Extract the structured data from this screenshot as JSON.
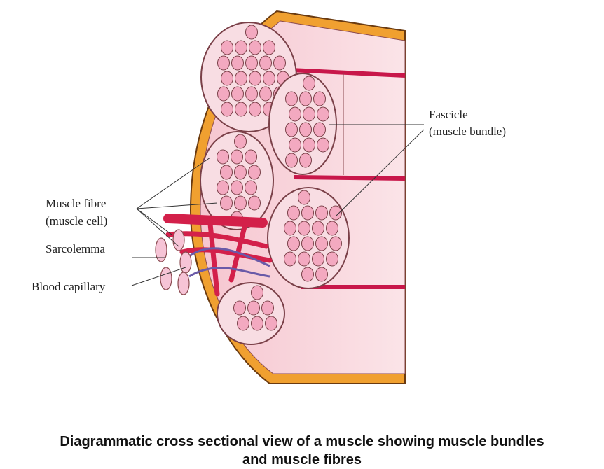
{
  "labels": {
    "fascicle": "Fascicle",
    "fascicle_sub": "(muscle bundle)",
    "muscle_fibre": "Muscle fibre",
    "muscle_fibre_sub": "(muscle cell)",
    "sarcolemma": "Sarcolemma",
    "blood_capillary": "Blood capillary"
  },
  "caption": {
    "line1": "Diagrammatic cross sectional view of a muscle showing muscle bundles",
    "line2": "and muscle fibres"
  },
  "colors": {
    "sheath": "#f0a030",
    "tissue": "#f8d6dc",
    "fibre": "#f4b0c4",
    "vessel": "#d3204a",
    "nerve": "#6a5aa8"
  }
}
